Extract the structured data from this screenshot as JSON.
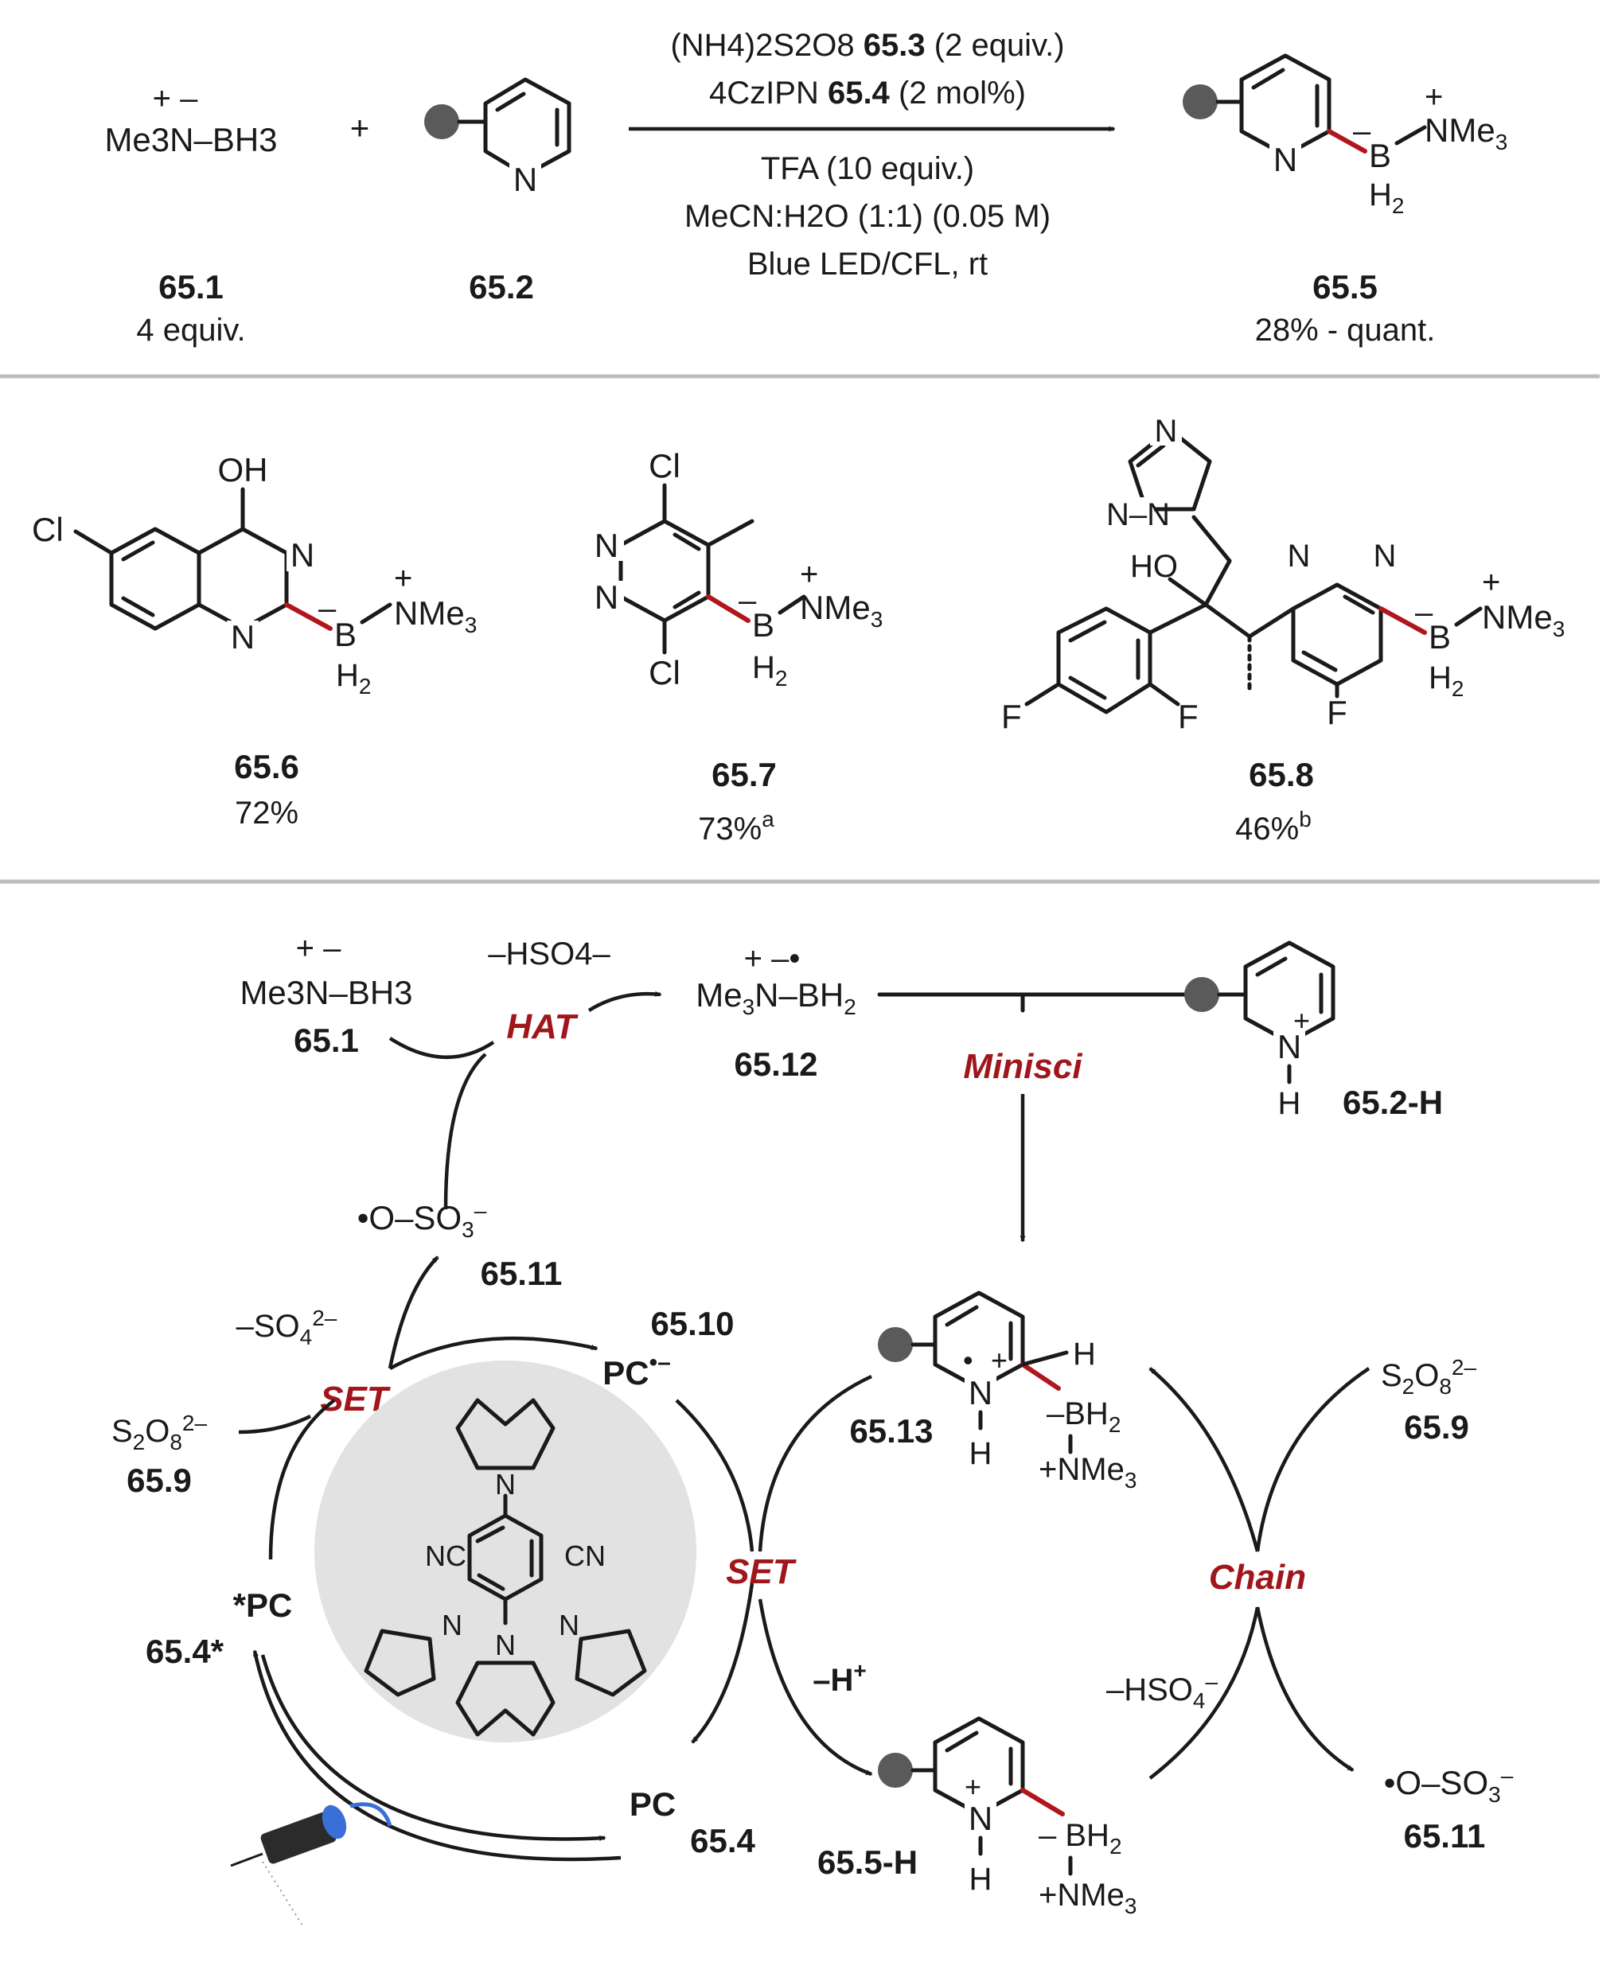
{
  "reaction": {
    "reagent_amine_borane": "Me3N–BH3",
    "plus": "+",
    "reagent1_id": "65.1",
    "reagent1_equiv": "4 equiv.",
    "substrate_id": "65.2",
    "product_id": "65.5",
    "product_yield": "28% - quant.",
    "cond1_text": "(NH4)2S2O8",
    "cond1_bold": "65.3",
    "cond1_rest": "(2 equiv.)",
    "cond2_text": "4CzIPN",
    "cond2_bold": "65.4",
    "cond2_rest": "(2 mol%)",
    "cond3": "TFA (10 equiv.)",
    "cond4": "MeCN:H2O (1:1) (0.05 M)",
    "cond5": "Blue LED/CFL, rt"
  },
  "examples": [
    {
      "id": "65.6",
      "yield": "72%"
    },
    {
      "id": "65.7",
      "yield": "73%",
      "note": "a"
    },
    {
      "id": "65.8",
      "yield": "46%",
      "note": "b"
    }
  ],
  "mechanism": {
    "hat": "HAT",
    "minisci": "Minisci",
    "set": "SET",
    "chain": "Chain",
    "minus_hso4": "–HSO4–",
    "minus_so4": "–SO42–",
    "s2o8": "S2O82–",
    "minus_h": "–H+",
    "pc": "PC",
    "pc_excited": "*PC",
    "pc_radical_anion": "PC•–",
    "sulfate_radical": "•O–SO3–",
    "labels": {
      "amine_borane": "65.1",
      "boryl_radical": "65.12",
      "pyridinium": "65.2-H",
      "sulfate_radical": "65.11",
      "pc_reduced": "65.10",
      "radical_cation": "65.13",
      "persulfate": "65.9",
      "pc_excited": "65.4*",
      "pc_ground": "65.4",
      "product_h": "65.5-H"
    }
  },
  "colors": {
    "accent_red": "#a0161b",
    "separator": "#bdbdbd",
    "catalyst_disc": "#e2e2e2",
    "substituent_dot": "#5a5a5a"
  }
}
